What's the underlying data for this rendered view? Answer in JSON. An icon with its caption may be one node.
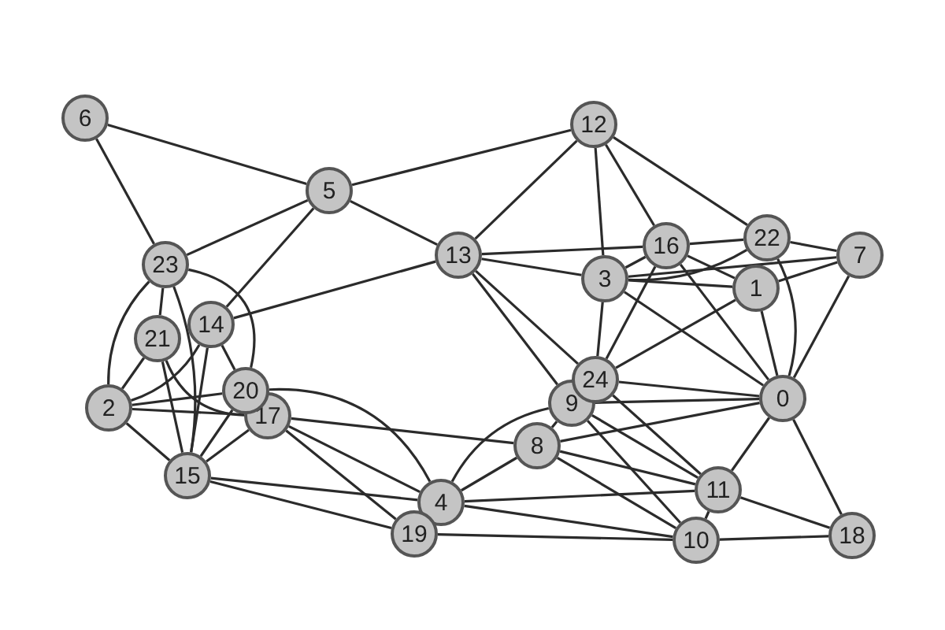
{
  "diagram": {
    "nodes": [
      {
        "text": [
          "0"
        ]
      },
      {
        "text": [
          "1"
        ]
      },
      {
        "text": [
          "2"
        ]
      },
      {
        "text": [
          "3"
        ]
      },
      {
        "text": [
          "4"
        ]
      },
      {
        "text": [
          "5"
        ]
      },
      {
        "text": [
          "6"
        ]
      },
      {
        "text": [
          "7"
        ]
      },
      {
        "text": [
          "8"
        ]
      },
      {
        "text": [
          "9"
        ]
      },
      {
        "text": [
          "10"
        ]
      },
      {
        "text": [
          "11"
        ]
      },
      {
        "text": [
          "12"
        ]
      },
      {
        "text": [
          "13"
        ]
      },
      {
        "text": [
          "14"
        ]
      },
      {
        "text": [
          "15"
        ]
      },
      {
        "text": [
          "16"
        ]
      },
      {
        "text": [
          "17"
        ]
      },
      {
        "text": [
          "18"
        ]
      },
      {
        "text": [
          "19"
        ]
      },
      {
        "text": [
          "20"
        ]
      },
      {
        "text": [
          "21"
        ]
      },
      {
        "text": [
          "22"
        ]
      },
      {
        "text": [
          "23"
        ]
      },
      {
        "text": [
          "24"
        ]
      }
    ],
    "edges": [
      {
        "from": 6,
        "to": 5,
        "arrow": "none"
      },
      {
        "from": 6,
        "to": 23,
        "arrow": "none"
      },
      {
        "from": 5,
        "to": 23,
        "arrow": "none"
      },
      {
        "from": 5,
        "to": 14,
        "arrow": "none"
      },
      {
        "from": 5,
        "to": 13,
        "arrow": "none"
      },
      {
        "from": 5,
        "to": 12,
        "arrow": "none"
      },
      {
        "from": 13,
        "to": 14,
        "arrow": "none"
      },
      {
        "from": 13,
        "to": 12,
        "arrow": "none"
      },
      {
        "from": 13,
        "to": 16,
        "arrow": "none"
      },
      {
        "from": 13,
        "to": 3,
        "arrow": "none"
      },
      {
        "from": 13,
        "to": 24,
        "arrow": "none"
      },
      {
        "from": 13,
        "to": 9,
        "arrow": "none"
      },
      {
        "from": 12,
        "to": 3,
        "arrow": "none"
      },
      {
        "from": 12,
        "to": 16,
        "arrow": "none"
      },
      {
        "from": 12,
        "to": 22,
        "arrow": "none"
      },
      {
        "from": 23,
        "to": 20,
        "arrow": "none"
      },
      {
        "from": 23,
        "to": 21,
        "arrow": "none"
      },
      {
        "from": 23,
        "to": 2,
        "arrow": "none"
      },
      {
        "from": 23,
        "to": 15,
        "arrow": "none"
      },
      {
        "from": 14,
        "to": 20,
        "arrow": "none"
      },
      {
        "from": 14,
        "to": 15,
        "arrow": "none"
      },
      {
        "from": 14,
        "to": 2,
        "arrow": "none"
      },
      {
        "from": 21,
        "to": 2,
        "arrow": "none"
      },
      {
        "from": 21,
        "to": 15,
        "arrow": "none"
      },
      {
        "from": 21,
        "to": 17,
        "arrow": "none"
      },
      {
        "from": 2,
        "to": 20,
        "arrow": "none"
      },
      {
        "from": 2,
        "to": 17,
        "arrow": "none"
      },
      {
        "from": 2,
        "to": 15,
        "arrow": "none"
      },
      {
        "from": 15,
        "to": 17,
        "arrow": "none"
      },
      {
        "from": 15,
        "to": 20,
        "arrow": "none"
      },
      {
        "from": 15,
        "to": 4,
        "arrow": "none"
      },
      {
        "from": 15,
        "to": 19,
        "arrow": "none"
      },
      {
        "from": 17,
        "to": 4,
        "arrow": "none"
      },
      {
        "from": 17,
        "to": 19,
        "arrow": "none"
      },
      {
        "from": 17,
        "to": 8,
        "arrow": "none"
      },
      {
        "from": 20,
        "to": 4,
        "arrow": "none"
      },
      {
        "from": 4,
        "to": 8,
        "arrow": "none"
      },
      {
        "from": 4,
        "to": 9,
        "arrow": "none"
      },
      {
        "from": 4,
        "to": 11,
        "arrow": "none"
      },
      {
        "from": 4,
        "to": 10,
        "arrow": "none"
      },
      {
        "from": 19,
        "to": 10,
        "arrow": "none"
      },
      {
        "from": 8,
        "to": 0,
        "arrow": "none"
      },
      {
        "from": 8,
        "to": 11,
        "arrow": "none"
      },
      {
        "from": 8,
        "to": 10,
        "arrow": "none"
      },
      {
        "from": 8,
        "to": 9,
        "arrow": "none"
      },
      {
        "from": 9,
        "to": 0,
        "arrow": "none"
      },
      {
        "from": 9,
        "to": 11,
        "arrow": "none"
      },
      {
        "from": 9,
        "to": 10,
        "arrow": "none"
      },
      {
        "from": 24,
        "to": 0,
        "arrow": "none"
      },
      {
        "from": 24,
        "to": 11,
        "arrow": "none"
      },
      {
        "from": 24,
        "to": 3,
        "arrow": "none"
      },
      {
        "from": 24,
        "to": 16,
        "arrow": "none"
      },
      {
        "from": 24,
        "to": 1,
        "arrow": "none"
      },
      {
        "from": 3,
        "to": 16,
        "arrow": "none"
      },
      {
        "from": 3,
        "to": 22,
        "arrow": "none"
      },
      {
        "from": 3,
        "to": 1,
        "arrow": "none"
      },
      {
        "from": 3,
        "to": 7,
        "arrow": "none"
      },
      {
        "from": 3,
        "to": 0,
        "arrow": "none"
      },
      {
        "from": 16,
        "to": 1,
        "arrow": "none"
      },
      {
        "from": 16,
        "to": 0,
        "arrow": "none"
      },
      {
        "from": 16,
        "to": 22,
        "arrow": "none"
      },
      {
        "from": 22,
        "to": 7,
        "arrow": "none"
      },
      {
        "from": 22,
        "to": 0,
        "arrow": "none"
      },
      {
        "from": 1,
        "to": 7,
        "arrow": "none"
      },
      {
        "from": 1,
        "to": 0,
        "arrow": "none"
      },
      {
        "from": 7,
        "to": 0,
        "arrow": "none"
      },
      {
        "from": 0,
        "to": 11,
        "arrow": "none"
      },
      {
        "from": 0,
        "to": 18,
        "arrow": "none"
      },
      {
        "from": 11,
        "to": 18,
        "arrow": "none"
      },
      {
        "from": 10,
        "to": 18,
        "arrow": "none"
      },
      {
        "from": 11,
        "to": 10,
        "arrow": "none"
      }
    ]
  }
}
